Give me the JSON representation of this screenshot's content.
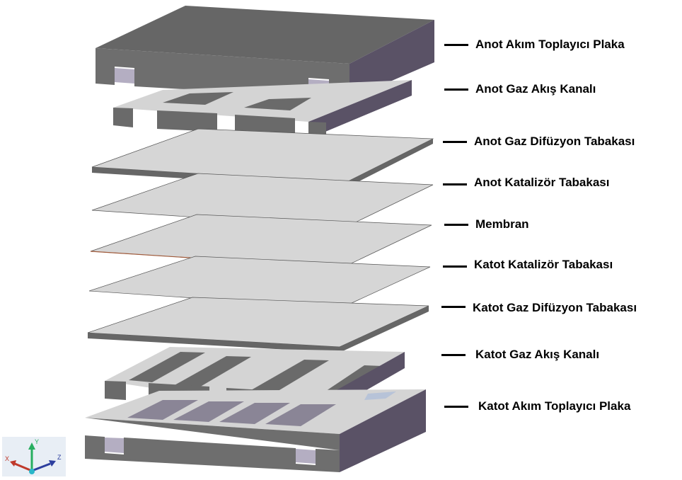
{
  "labels": [
    "Anot Akım Toplayıcı Plaka",
    "Anot Gaz Akış Kanalı",
    "Anot Gaz Difüzyon Tabakası",
    "Anot Katalizör Tabakası",
    "Membran",
    "Katot Katalizör Tabakası",
    "Katot Gaz Difüzyon Tabakası",
    "Katot Gaz Akış Kanalı",
    "Katot Akım Toplayıcı Plaka"
  ],
  "axes": {
    "x": "X",
    "y": "Y",
    "z": "Z"
  },
  "colors": {
    "plate_top": "#666666",
    "plate_front": "#6e6e6e",
    "plate_side": "#5a5266",
    "slot_inner": "#b4aec2",
    "channel_top": "#d4d4d4",
    "channel_front": "#6a6a6a",
    "sheet_top": "#d6d6d6",
    "sheet_edge": "#666666",
    "membrane_edge": "#a05a3a",
    "leader": "#000000",
    "axis_x": "#c0392b",
    "axis_y": "#27ae60",
    "axis_z": "#2c3e9e"
  }
}
